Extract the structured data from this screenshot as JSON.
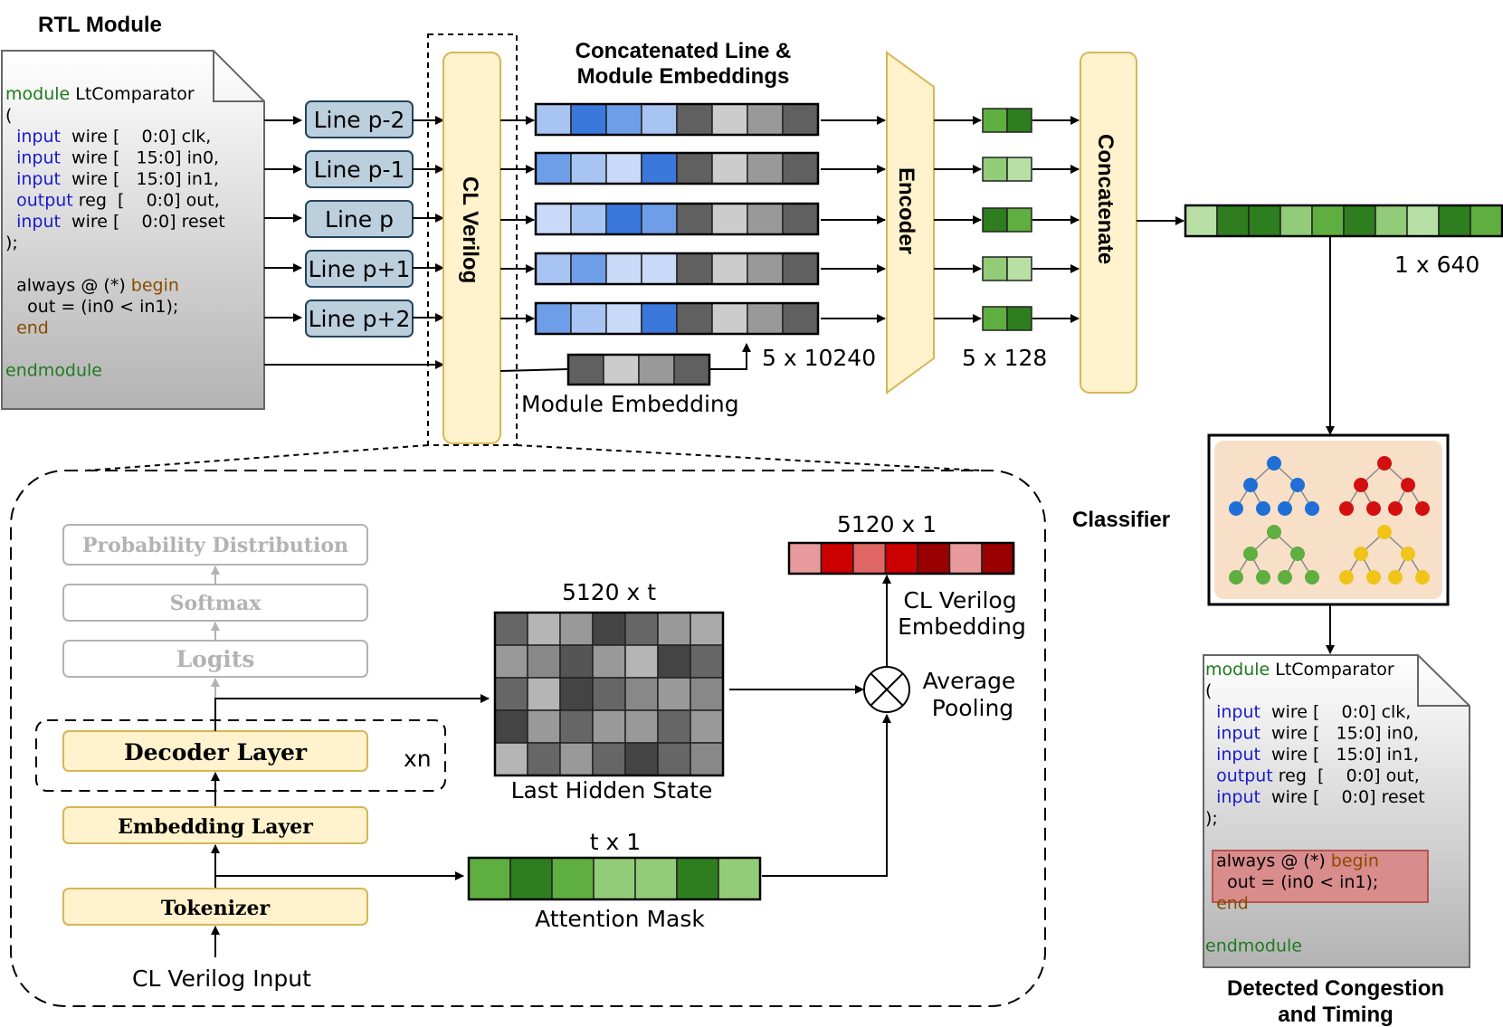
{
  "rtl_module": {
    "title": "RTL Module",
    "code_lines": [
      [
        {
          "t": "module",
          "c": "green"
        },
        {
          "t": " LtComparator",
          "c": "black"
        }
      ],
      [
        {
          "t": "(",
          "c": "black"
        }
      ],
      [
        {
          "t": "  input",
          "c": "blue"
        },
        {
          "t": "  wire [    0:0] clk,",
          "c": "black"
        }
      ],
      [
        {
          "t": "  input",
          "c": "blue"
        },
        {
          "t": "  wire [   15:0] in0,",
          "c": "black"
        }
      ],
      [
        {
          "t": "  input",
          "c": "blue"
        },
        {
          "t": "  wire [   15:0] in1,",
          "c": "black"
        }
      ],
      [
        {
          "t": "  output",
          "c": "blue"
        },
        {
          "t": " reg  [    0:0] out,",
          "c": "black"
        }
      ],
      [
        {
          "t": "  input",
          "c": "blue"
        },
        {
          "t": "  wire [    0:0] reset",
          "c": "black"
        }
      ],
      [
        {
          "t": ");",
          "c": "black"
        }
      ],
      [
        {
          "t": "",
          "c": "black"
        }
      ],
      [
        {
          "t": "  always @ (*) ",
          "c": "black"
        },
        {
          "t": "begin",
          "c": "brown"
        }
      ],
      [
        {
          "t": "    out = (in0 < in1);",
          "c": "black"
        }
      ],
      [
        {
          "t": "  end",
          "c": "brown"
        }
      ],
      [
        {
          "t": "",
          "c": "black"
        }
      ],
      [
        {
          "t": "endmodule",
          "c": "green"
        }
      ]
    ]
  },
  "lines": [
    "Line p-2",
    "Line p-1",
    "Line p",
    "Line p+1",
    "Line p+2"
  ],
  "cl_verilog_label": "CL Verilog",
  "concat_title": [
    "Concatenated Line &",
    "Module Embeddings"
  ],
  "embedding_dim_label": "5 x 10240",
  "module_embedding_label": "Module Embedding",
  "encoder_label": "Encoder",
  "encoded_dim_label": "5 x 128",
  "concatenate_label": "Concatenate",
  "output_dim_label": "1 x 640",
  "classifier_label": "Classifier",
  "detected_code_lines": [
    [
      {
        "t": "module",
        "c": "green"
      },
      {
        "t": " LtComparator",
        "c": "black"
      }
    ],
    [
      {
        "t": "(",
        "c": "black"
      }
    ],
    [
      {
        "t": "  input",
        "c": "blue"
      },
      {
        "t": "  wire [    0:0] clk,",
        "c": "black"
      }
    ],
    [
      {
        "t": "  input",
        "c": "blue"
      },
      {
        "t": "  wire [   15:0] in0,",
        "c": "black"
      }
    ],
    [
      {
        "t": "  input",
        "c": "blue"
      },
      {
        "t": "  wire [   15:0] in1,",
        "c": "black"
      }
    ],
    [
      {
        "t": "  output",
        "c": "blue"
      },
      {
        "t": " reg  [    0:0] out,",
        "c": "black"
      }
    ],
    [
      {
        "t": "  input",
        "c": "blue"
      },
      {
        "t": "  wire [    0:0] reset",
        "c": "black"
      }
    ],
    [
      {
        "t": ");",
        "c": "black"
      }
    ],
    [
      {
        "t": "",
        "c": "black"
      }
    ],
    [
      {
        "t": "  always @ (*) ",
        "c": "black"
      },
      {
        "t": "begin",
        "c": "brown"
      }
    ],
    [
      {
        "t": "    out = (in0 < in1);",
        "c": "black"
      }
    ],
    [
      {
        "t": "  end",
        "c": "brown"
      }
    ],
    [
      {
        "t": "",
        "c": "black"
      }
    ],
    [
      {
        "t": "endmodule",
        "c": "green"
      }
    ]
  ],
  "detected_title": [
    "Detected Congestion",
    "and Timing"
  ],
  "llm_stack": {
    "probability": "Probability Distribution",
    "softmax": "Softmax",
    "logits": "Logits",
    "decoder": "Decoder Layer",
    "repeat": "xn",
    "embedding": "Embedding Layer",
    "tokenizer": "Tokenizer",
    "input": "CL Verilog Input"
  },
  "hidden_state_dim": "5120 x t",
  "hidden_state_label": "Last Hidden State",
  "mask_dim": "t x 1",
  "mask_label": "Attention Mask",
  "pooling_label": [
    "Average",
    "Pooling"
  ],
  "cl_embedding_dim": "5120 x 1",
  "cl_embedding_label": [
    "CL Verilog",
    "Embedding"
  ],
  "colors": {
    "yellow_fill": "#fff2cc",
    "yellow_stroke": "#d6b656",
    "line_fill": "#bccfdd",
    "line_stroke": "#23445d",
    "highlight_fill": "#d98c8c",
    "highlight_stroke": "#b85450",
    "tree_blue": "#1f6fd6",
    "tree_red": "#d30f0f",
    "tree_green": "#5fae40",
    "tree_yellow": "#f0c419",
    "classifier_bg": "#f8e0c8"
  }
}
